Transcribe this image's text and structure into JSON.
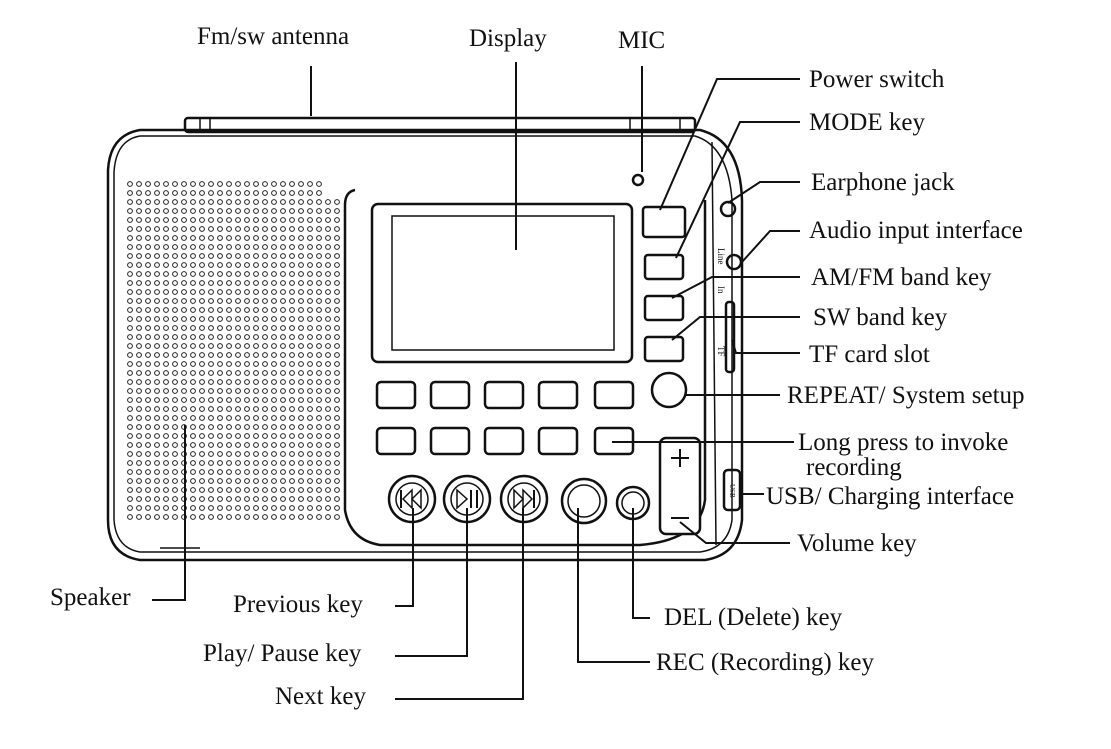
{
  "labels": {
    "antenna": "Fm/sw antenna",
    "display": "Display",
    "mic": "MIC",
    "power_switch": "Power switch",
    "mode_key": "MODE key",
    "earphone_jack": "Earphone jack",
    "audio_input": "Audio input interface",
    "amfm_key": "AM/FM band key",
    "sw_key": "SW band key",
    "tf_slot": "TF card slot",
    "repeat": "REPEAT/ System setup",
    "record_line1": "Long press to invoke",
    "record_line2": "recording",
    "usb": "USB/ Charging interface",
    "volume": "Volume key",
    "speaker": "Speaker",
    "previous": "Previous key",
    "play_pause": "Play/ Pause key",
    "next": "Next  key",
    "del": "DEL (Delete) key",
    "rec": "REC (Recording) key"
  },
  "side_marks": {
    "line": "Line",
    "in": "In",
    "tf": "TF",
    "usb": "USB"
  },
  "icons": {
    "previous": "previous-icon",
    "play_pause": "play-pause-icon",
    "next": "next-icon",
    "plus": "plus-icon",
    "minus": "minus-icon"
  }
}
